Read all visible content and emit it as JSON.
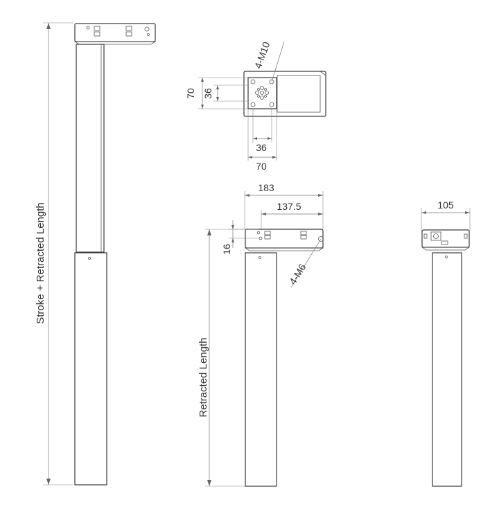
{
  "labels": {
    "stroke_retracted": "Stroke + Retracted Length",
    "retracted_length": "Retracted Length"
  },
  "dimensions": {
    "top_bolt": "4-M10",
    "top_height_70": "70",
    "top_height_36": "36",
    "top_width_36": "36",
    "top_width_70": "70",
    "side_width_183": "183",
    "side_width_137_5": "137.5",
    "side_height_16": "16",
    "side_bolt": "4-M6",
    "front_width_105": "105"
  },
  "colors": {
    "line": "#3a3a3a",
    "dimension": "#777777",
    "text": "#333333"
  }
}
